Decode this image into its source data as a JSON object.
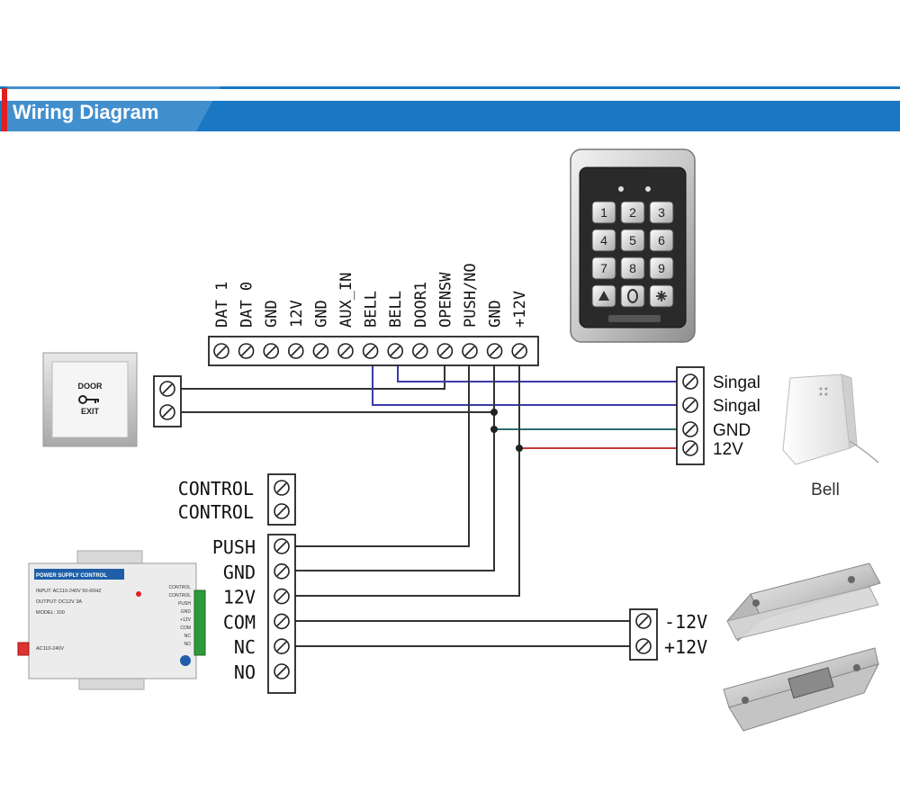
{
  "header": {
    "title": "Wiring Diagram",
    "band_color": "#1977c4",
    "accent_color": "#e02020"
  },
  "controller_terminals": [
    "DAT 1",
    "DAT 0",
    "GND",
    "12V",
    "GND",
    "AUX_IN",
    "BELL",
    "BELL",
    "DOOR1",
    "OPENSW",
    "PUSH/NO",
    "GND",
    "+12V"
  ],
  "keypad": {
    "keys": [
      "1",
      "2",
      "3",
      "4",
      "5",
      "6",
      "7",
      "8",
      "9",
      "",
      "",
      ""
    ],
    "key_icons": [
      "bell-icon",
      "zero-icon",
      "star-icon"
    ]
  },
  "exit_button": {
    "line1": "DOOR",
    "line2": "EXIT"
  },
  "bell": {
    "terminals": [
      "Singal",
      "Singal",
      "GND",
      "12V"
    ],
    "label": "Bell"
  },
  "psu": {
    "control_terminals": [
      "CONTROL",
      "CONTROL"
    ],
    "terminals": [
      "PUSH",
      "GND",
      "12V",
      "COM",
      "NC",
      "NO"
    ],
    "device_title": "POWER SUPPLY CONTROL",
    "device_lines": [
      "INPUT: AC110-240V 50-60HZ",
      "OUTPUT: DC12V 3A",
      "MODEL: 100"
    ],
    "device_pins": [
      "CONTROL",
      "CONTROL",
      "PUSH",
      "GND",
      "+12V",
      "COM",
      "NC",
      "NO"
    ],
    "device_footer": [
      "AC110-240V"
    ]
  },
  "lock": {
    "terminals": [
      "-12V",
      "+12V"
    ]
  },
  "wire_colors": {
    "signal": "#3a3aa8",
    "ground": "#2e6e6e",
    "power": "#c23a3a",
    "plain": "#333333"
  }
}
